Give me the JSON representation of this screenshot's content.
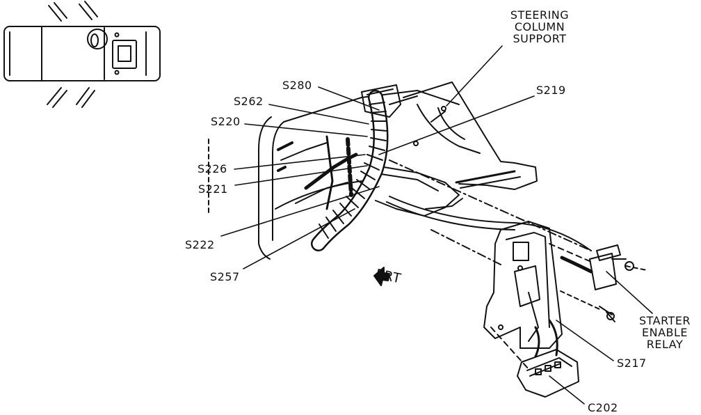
{
  "labels": {
    "steering_column_support": "STEERING COLUMN SUPPORT",
    "s280": "S280",
    "s262": "S262",
    "s220": "S220",
    "s219": "S219",
    "s226": "S226",
    "s221": "S221",
    "s222": "S222",
    "s257": "S257",
    "frt": "FRT",
    "starter_enable_relay": "STARTER ENABLE RELAY",
    "s217": "S217",
    "c202": "C202"
  },
  "colors": {
    "ink": "#111111",
    "paper": "#ffffff"
  }
}
